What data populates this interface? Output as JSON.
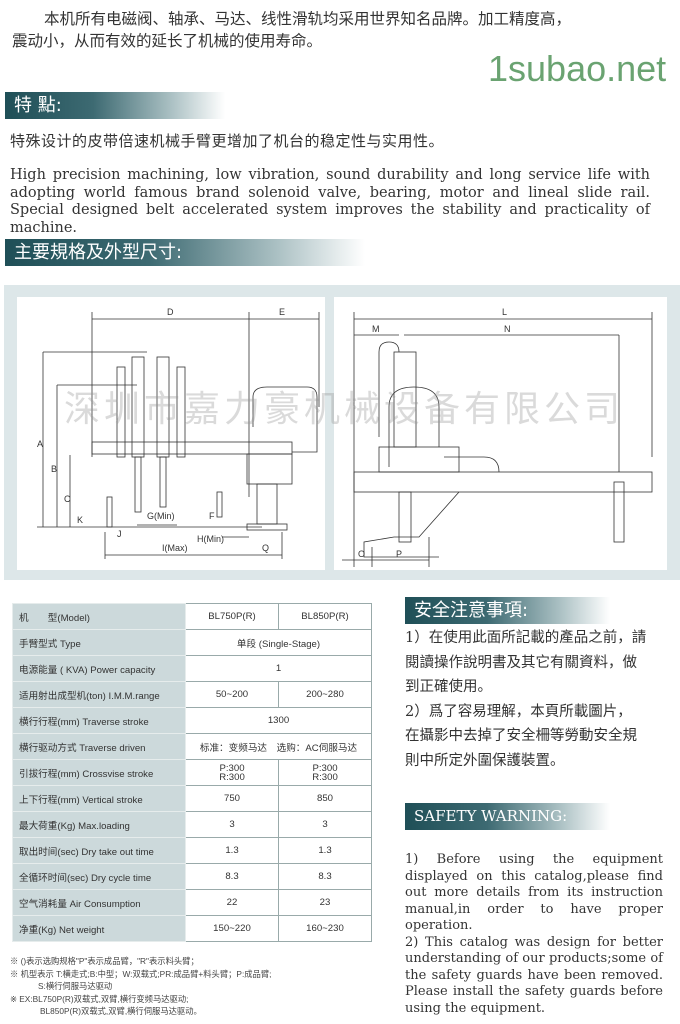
{
  "intro": {
    "line1": "本机所有电磁阀、轴承、马达、线性滑轨均采用世界知名品牌。加工精度高，",
    "line2": "震动小，从而有效的延长了机械的使用寿命。"
  },
  "features": {
    "heading": "特 點:",
    "cn_text": "特殊设计的皮带倍速机械手臂更增加了机台的稳定性与实用性。",
    "en_lines": [
      "High precision machining, low vibration, sound durability and long service life with",
      "adopting world famous brand solenoid valve, bearing, motor and lineal slide rail.",
      "Special designed belt accelerated system improves the stability and practicality of machine."
    ]
  },
  "specs_heading": "主要規格及外型尺寸:",
  "diagram": {
    "left_labels": {
      "A": "A",
      "B": "B",
      "C": "C",
      "D": "D",
      "E": "E",
      "F": "F",
      "G": "G(Min)",
      "H": "H(Min)",
      "I": "I(Max)",
      "J": "J",
      "K": "K",
      "Q": "Q"
    },
    "right_labels": {
      "L": "L",
      "M": "M",
      "N": "N",
      "O": "O",
      "P": "P"
    },
    "watermark": "深圳市嘉力豪机械设备有限公司"
  },
  "spec_table": {
    "header": {
      "label": "机　　型(Model)",
      "models": [
        "BL750P(R)",
        "BL850P(R)"
      ]
    },
    "rows": [
      {
        "label": "手臂型式 Type",
        "merged": "单段 (Single-Stage)"
      },
      {
        "label": "电源能量 ( KVA) Power capacity",
        "merged": "1"
      },
      {
        "label": "适用射出成型机(ton) I.M.M.range",
        "values": [
          "50~200",
          "200~280"
        ]
      },
      {
        "label": "横行行程(mm) Traverse stroke",
        "merged": "1300"
      },
      {
        "label": "横行驱动方式 Traverse driven",
        "merged": "标准：变频马达　选购：AC伺服马达"
      },
      {
        "label": "引拔行程(mm) Crossvise stroke",
        "values": [
          [
            "P:300",
            "R:300"
          ],
          [
            "P:300",
            "R:300"
          ]
        ]
      },
      {
        "label": "上下行程(mm) Vertical stroke",
        "values": [
          "750",
          "850"
        ]
      },
      {
        "label": "最大荷重(Kg) Max.loading",
        "values": [
          "3",
          "3"
        ]
      },
      {
        "label": "取出时间(sec) Dry take out time",
        "values": [
          "1.3",
          "1.3"
        ]
      },
      {
        "label": "全循环时间(sec) Dry cycle time",
        "values": [
          "8.3",
          "8.3"
        ]
      },
      {
        "label": "空气消耗量 Air Consumption",
        "values": [
          "22",
          "23"
        ]
      },
      {
        "label": "净重(Kg) Net weight",
        "values": [
          "150~220",
          "160~230"
        ]
      }
    ]
  },
  "notes": [
    "※  ()表示选购规格\"P\"表示成品臂，\"R\"表示料头臂；",
    "※  机型表示  T:横走式;B:中型；W:双载式;PR:成品臂+料头臂；P:成品臂;",
    "S:横行伺服马达驱动",
    "※ EX:BL750P(R)双载式,双臂,横行变频马达驱动;",
    "BL850P(R)双载式,双臂,横行伺服马达驱动。"
  ],
  "safety_cn": {
    "heading": "安全注意事項:",
    "lines": [
      "1）在使用此面所記載的產品之前，請",
      "閱讀操作說明書及其它有關資料，做",
      "到正確使用。",
      "2）爲了容易理解，本頁所載圖片，",
      "在攝影中去掉了安全柵等勞動安全規",
      "則中所定外圍保護裝置。"
    ]
  },
  "safety_en": {
    "heading": "SAFETY WARNING:",
    "p1": "1) Before using the equipment displayed on this catalog,please find out more details from its instruction manual,in order to have proper operation.",
    "p2": "2) This catalog was design for better understanding of our products;some of the safety guards have been removed. Please install the safety guards before using the equipment."
  },
  "site_watermark": "1subao.net"
}
